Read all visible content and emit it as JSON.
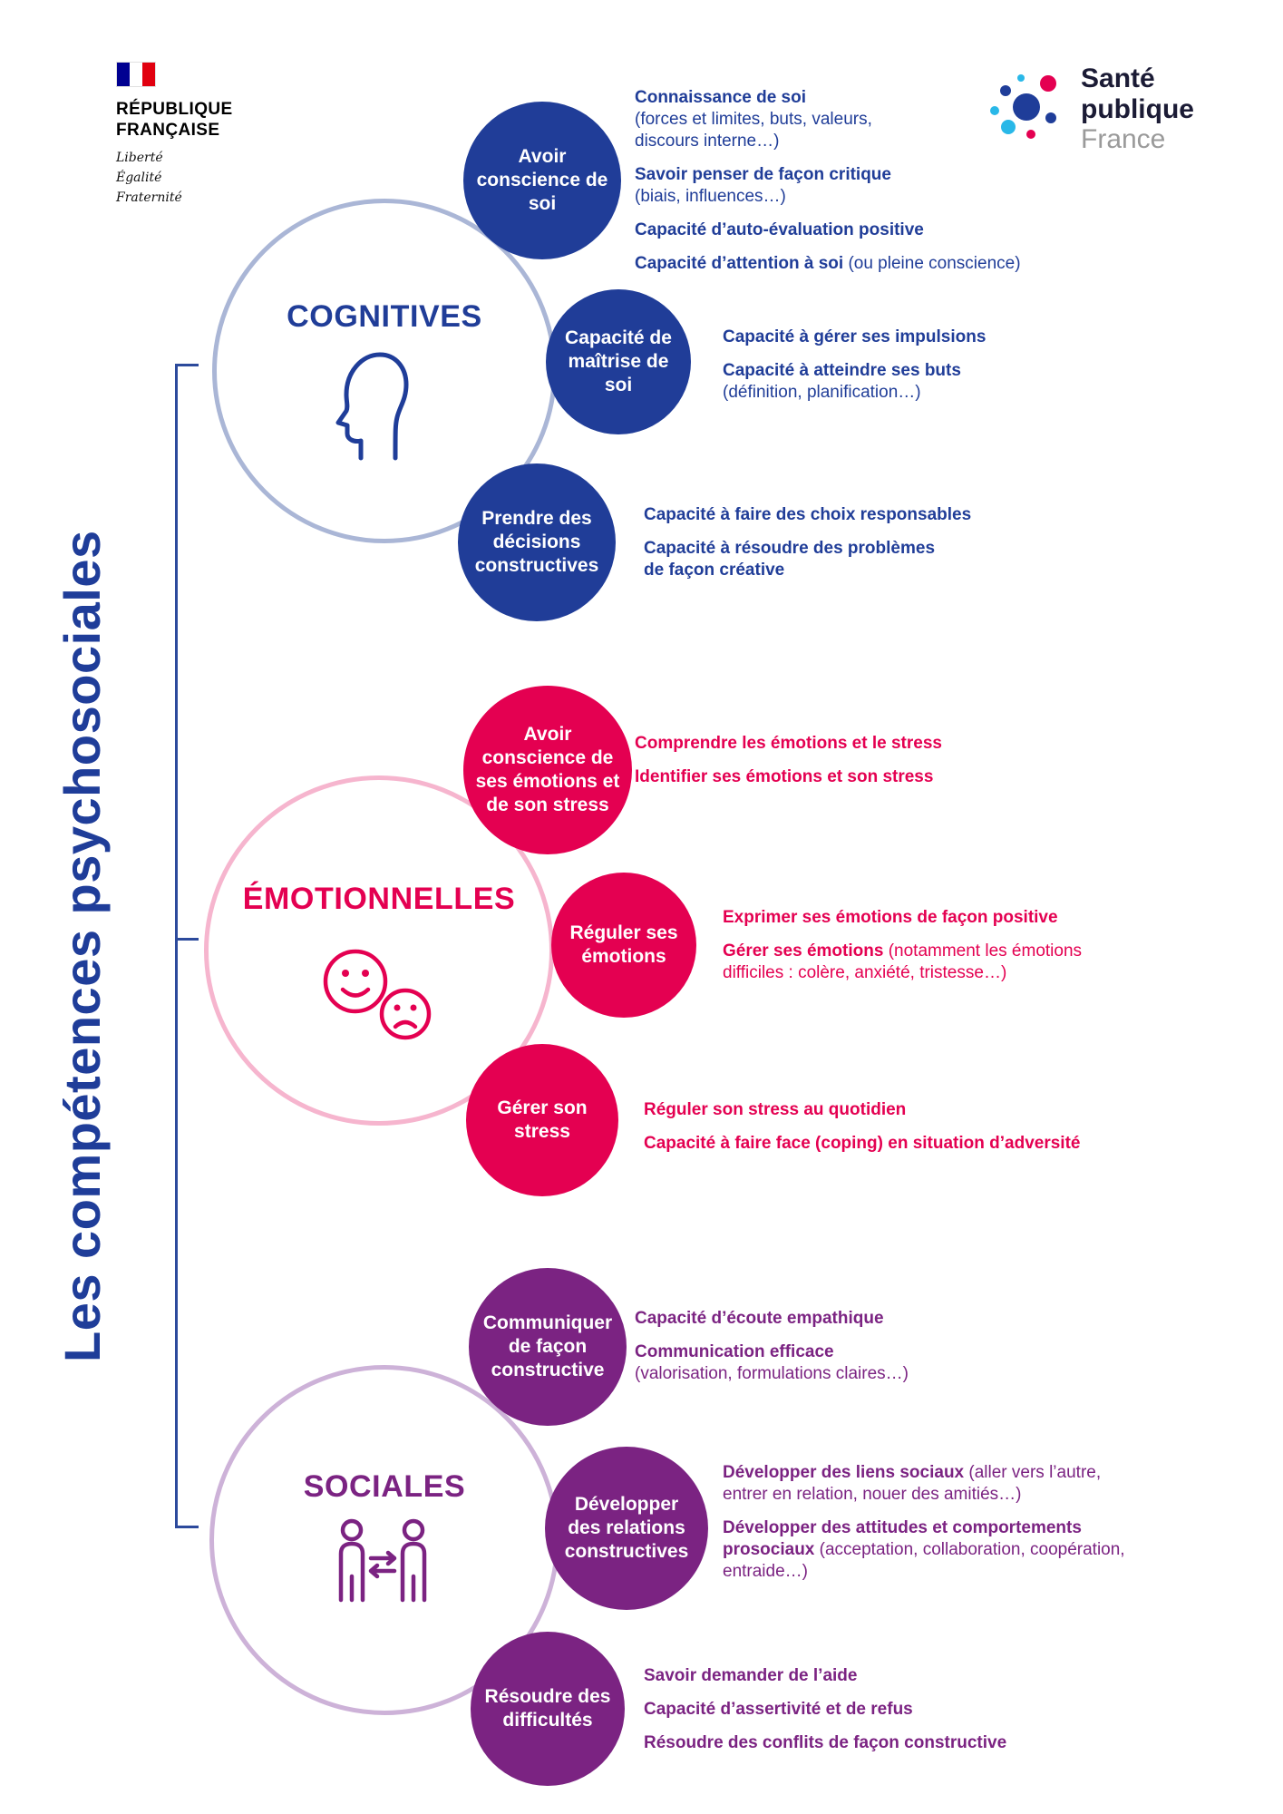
{
  "title": "Les compétences psychosociales",
  "logos": {
    "republique": {
      "name_line1": "RÉPUBLIQUE",
      "name_line2": "FRANÇAISE",
      "motto": [
        "Liberté",
        "Égalité",
        "Fraternité"
      ]
    },
    "sante_publique": {
      "line1": "Santé",
      "line2": "publique",
      "line3": "France"
    }
  },
  "colors": {
    "cognitives": "#203d98",
    "emotionnelles": "#e40051",
    "sociales": "#7b2382"
  },
  "sections": [
    {
      "label": "COGNITIVES",
      "icon": "head-profile-icon",
      "bubbles": [
        {
          "title": "Avoir conscience de soi",
          "items": [
            {
              "b": "Connaissance de soi",
              "n": "(forces et limites, buts, valeurs, discours interne…)",
              "nb": "1"
            },
            {
              "b": "Savoir penser de façon critique",
              "n": "(biais, influences…)",
              "nb": "1"
            },
            {
              "b": "Capacité d’auto-évaluation positive",
              "n": ""
            },
            {
              "b": "Capacité d’attention à soi",
              "n": "(ou pleine conscience)"
            }
          ]
        },
        {
          "title": "Capacité de maîtrise de soi",
          "items": [
            {
              "b": "Capacité à gérer ses impulsions",
              "n": ""
            },
            {
              "b": "Capacité à atteindre ses buts",
              "n": "(définition, planification…)",
              "nb": "1"
            }
          ]
        },
        {
          "title": "Prendre des décisions constructives",
          "items": [
            {
              "b": "Capacité à faire des choix responsables",
              "n": ""
            },
            {
              "b": "Capacité à résoudre des problèmes de façon créative",
              "n": ""
            }
          ]
        }
      ]
    },
    {
      "label": "ÉMOTIONNELLES",
      "icon": "smileys-icon",
      "bubbles": [
        {
          "title": "Avoir conscience de ses émotions et de son stress",
          "items": [
            {
              "b": "Comprendre les émotions et le stress",
              "n": ""
            },
            {
              "b": "Identifier ses émotions et son stress",
              "n": ""
            }
          ]
        },
        {
          "title": "Réguler ses émotions",
          "items": [
            {
              "b": "Exprimer ses émotions de façon positive",
              "n": ""
            },
            {
              "b": "Gérer ses émotions",
              "n": "(notamment les émotions difficiles : colère, anxiété, tristesse…)"
            }
          ]
        },
        {
          "title": "Gérer son stress",
          "items": [
            {
              "b": "Réguler son stress au quotidien",
              "n": ""
            },
            {
              "b": "Capacité à faire face (coping) en situation d’adversité",
              "n": ""
            }
          ]
        }
      ]
    },
    {
      "label": "SOCIALES",
      "icon": "people-exchange-icon",
      "bubbles": [
        {
          "title": "Communiquer de façon constructive",
          "items": [
            {
              "b": "Capacité d’écoute empathique",
              "n": ""
            },
            {
              "b": "Communication efficace",
              "n": "(valorisation, formulations claires…)",
              "nb": "1"
            }
          ]
        },
        {
          "title": "Développer des relations constructives",
          "items": [
            {
              "b": "Développer des liens sociaux",
              "n": "(aller vers l’autre, entrer en relation, nouer des amitiés…)"
            },
            {
              "b": "Développer des attitudes et comportements prosociaux",
              "n": "(acceptation, collaboration, coopération, entraide…)"
            }
          ]
        },
        {
          "title": "Résoudre des difficultés",
          "items": [
            {
              "b": "Savoir demander de l’aide",
              "n": ""
            },
            {
              "b": "Capacité d’assertivité et de refus",
              "n": ""
            },
            {
              "b": "Résoudre des conflits de façon constructive",
              "n": ""
            }
          ]
        }
      ]
    }
  ]
}
